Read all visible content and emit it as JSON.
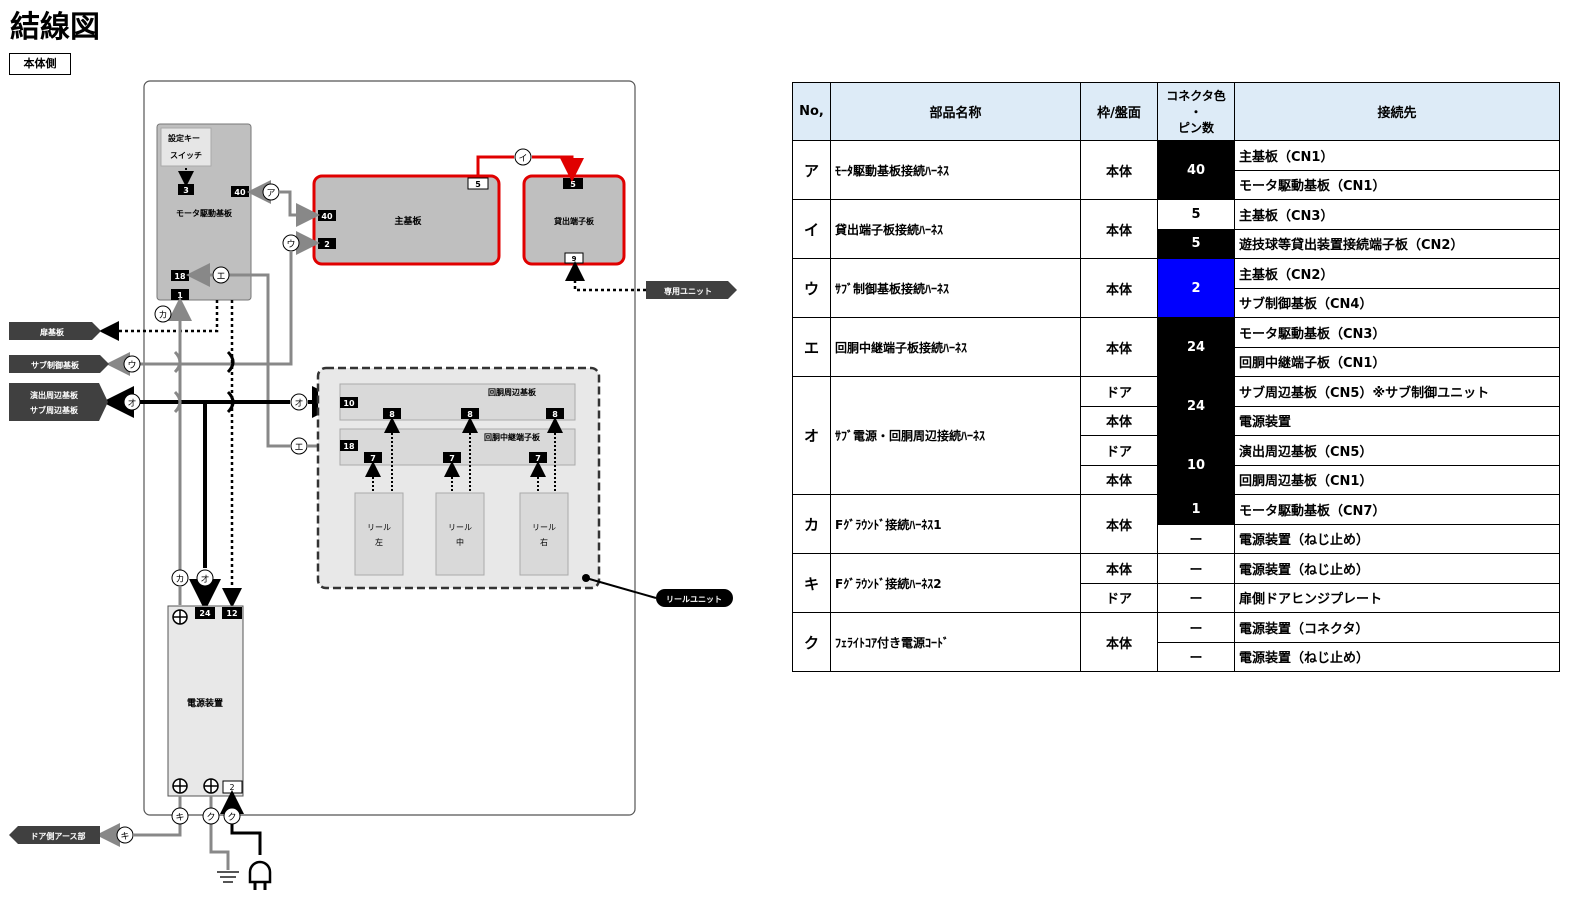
{
  "page": {
    "title": "結線図",
    "side_label": "本体側"
  },
  "diagram": {
    "boards": {
      "setting_key_line1": "設定キー",
      "setting_key_line2": "スイッチ",
      "motor_board": "モータ駆動基板",
      "main_board": "主基板",
      "lending_board": "貸出端子板",
      "reel_periph": "回胴周辺基板",
      "reel_relay": "回胴中継端子板",
      "reel_left_1": "リール",
      "reel_left_2": "左",
      "reel_center_1": "リール",
      "reel_center_2": "中",
      "reel_right_1": "リール",
      "reel_right_2": "右",
      "power_unit": "電源装置"
    },
    "pins": {
      "motor_3": "3",
      "motor_40": "40",
      "motor_18": "18",
      "motor_1": "1",
      "main_40": "40",
      "main_2": "2",
      "main_5": "5",
      "lend_5": "5",
      "lend_9": "9",
      "periph_10": "10",
      "periph_8a": "8",
      "periph_8b": "8",
      "periph_8c": "8",
      "relay_18": "18",
      "relay_7a": "7",
      "relay_7b": "7",
      "relay_7c": "7",
      "power_24": "24",
      "power_12": "12",
      "power_2": "2"
    },
    "external": {
      "dedicated_unit": "専用ユニット",
      "door_board": "扉基板",
      "sub_control": "サブ制御基板",
      "effect_periph": "演出周辺基板",
      "sub_periph": "サブ周辺基板",
      "reel_unit": "リールユニット",
      "door_earth": "ドア側アース部"
    },
    "markers": {
      "a": "ア",
      "i": "イ",
      "u": "ウ",
      "e": "エ",
      "o": "オ",
      "ka": "カ",
      "ki": "キ",
      "ku": "ク"
    }
  },
  "table": {
    "headers": {
      "no": "No,",
      "name": "部品名称",
      "frame": "枠/盤面",
      "pin_1": "コネクタ色",
      "pin_2": "・",
      "pin_3": "ピン数",
      "dest": "接続先"
    },
    "rows": [
      {
        "no": "ア",
        "name": "ﾓｰﾀ駆動基板接続ﾊｰﾈｽ",
        "frame": "本体",
        "pin": "40",
        "dest1": "主基板（CN1）",
        "dest2": "モータ駆動基板（CN1）"
      },
      {
        "no": "イ",
        "name": "貸出端子板接続ﾊｰﾈｽ",
        "frame": "本体",
        "pin1": "5",
        "pin2": "5",
        "dest1": "主基板（CN3）",
        "dest2": "遊技球等貸出装置接続端子板（CN2）"
      },
      {
        "no": "ウ",
        "name": "ｻﾌﾞ制御基板接続ﾊｰﾈｽ",
        "frame": "本体",
        "pin": "2",
        "dest1": "主基板（CN2）",
        "dest2": "サブ制御基板（CN4）"
      },
      {
        "no": "エ",
        "name": "回胴中継端子板接続ﾊｰﾈｽ",
        "frame": "本体",
        "pin": "24",
        "dest1": "モータ駆動基板（CN3）",
        "dest2": "回胴中継端子板（CN1）"
      },
      {
        "no": "オ",
        "name": "ｻﾌﾞ電源・回胴周辺接続ﾊｰﾈｽ",
        "frame1": "ドア",
        "frame2": "本体",
        "frame3": "ドア",
        "frame4": "本体",
        "pin1": "24",
        "pin2": "10",
        "dest1": "サブ周辺基板（CN5）※サブ制御ユニット",
        "dest2": "電源装置",
        "dest3": "演出周辺基板（CN5）",
        "dest4": "回胴周辺基板（CN1）"
      },
      {
        "no": "カ",
        "name": "Fｸﾞﾗｳﾝﾄﾞ接続ﾊｰﾈｽ1",
        "frame": "本体",
        "pin1": "1",
        "pin2": "ー",
        "dest1": "モータ駆動基板（CN7）",
        "dest2": "電源装置（ねじ止め）"
      },
      {
        "no": "キ",
        "name": "Fｸﾞﾗｳﾝﾄﾞ接続ﾊｰﾈｽ2",
        "frame1": "本体",
        "frame2": "ドア",
        "pin1": "ー",
        "pin2": "ー",
        "dest1": "電源装置（ねじ止め）",
        "dest2": "扉側ドアヒンジプレート"
      },
      {
        "no": "ク",
        "name": "ﾌｪﾗｲﾄｺｱ付き電源ｺｰﾄﾞ",
        "frame": "本体",
        "pin1": "ー",
        "pin2": "ー",
        "dest1": "電源装置（コネクタ）",
        "dest2": "電源装置（ねじ止め）"
      }
    ]
  },
  "colors": {
    "connector_black": "#000000",
    "connector_blue": "#0000ff",
    "header_bg": "#ddebf7",
    "highlight_red": "#e00000"
  }
}
